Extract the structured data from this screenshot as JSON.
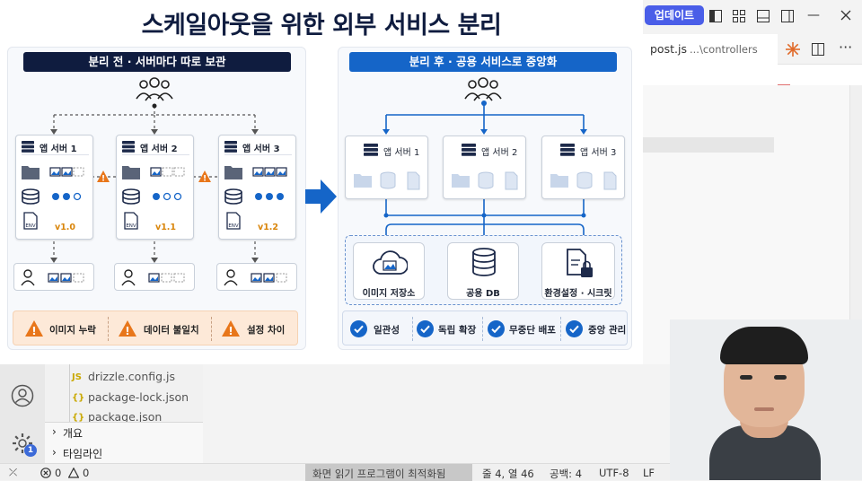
{
  "slide": {
    "title": "스케일아웃을 위한 외부 서비스 분리",
    "before": {
      "header": "분리 전 · 서버마다 따로 보관",
      "servers": [
        {
          "label": "앱 서버 1",
          "version": "v1.0"
        },
        {
          "label": "앱 서버 2",
          "version": "v1.1"
        },
        {
          "label": "앱 서버 3",
          "version": "v1.2"
        }
      ],
      "env_label": "ENV",
      "warnings": [
        "이미지 누락",
        "데이터 불일치",
        "설정 차이"
      ]
    },
    "after": {
      "header": "분리 후 · 공용 서비스로 중앙화",
      "servers": [
        {
          "label": "앱 서버 1"
        },
        {
          "label": "앱 서버 2"
        },
        {
          "label": "앱 서버 3"
        }
      ],
      "services": [
        "이미지 저장소",
        "공용 DB",
        "환경설정 · 시크릿"
      ],
      "benefits": [
        "일관성",
        "독립 확장",
        "무중단 배포",
        "중앙 관리"
      ]
    }
  },
  "titlebar": {
    "update_button": "업데이트"
  },
  "editor": {
    "tab_file": "post.js",
    "tab_path": "...\\controllers"
  },
  "explorer": {
    "files": [
      {
        "icon": "JS",
        "name": "drizzle.config.js"
      },
      {
        "icon": "{}",
        "name": "package-lock.json"
      },
      {
        "icon": "{}",
        "name": "package.json"
      }
    ],
    "sections": [
      "개요",
      "타임라인"
    ]
  },
  "activity": {
    "settings_badge": "1"
  },
  "statusbar": {
    "errors": "0",
    "warnings": "0",
    "screen_reader": "화면 읽기 프로그램이 최적화됨",
    "position": "줄 4, 열 46",
    "spaces": "공백: 4",
    "encoding": "UTF-8",
    "eol": "LF",
    "lang": "{"
  },
  "colors": {
    "navy": "#0f1c3f",
    "blue": "#1565c8",
    "orange": "#e8761a",
    "accent_button": "#4a5ee8"
  }
}
